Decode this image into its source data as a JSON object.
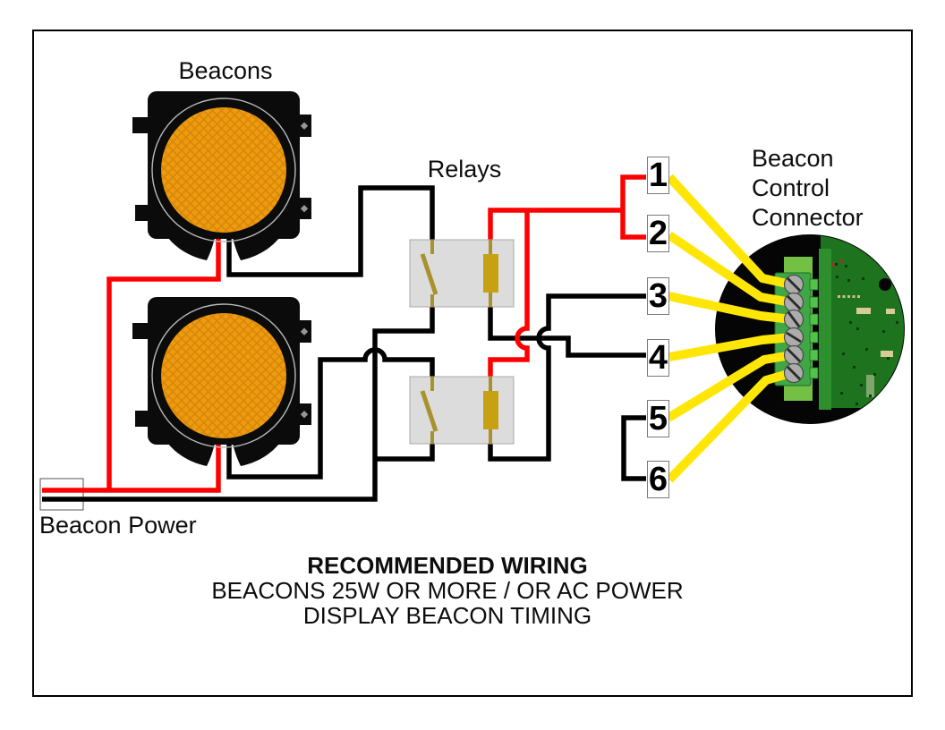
{
  "labels": {
    "beacons": "Beacons",
    "relays": "Relays",
    "beacon_power": "Beacon Power"
  },
  "connector": {
    "label_lines": [
      "Beacon",
      "Control",
      "Connector"
    ]
  },
  "terminals": [
    "1",
    "2",
    "3",
    "4",
    "5",
    "6"
  ],
  "caption": {
    "title": "RECOMMENDED WIRING",
    "line2": "BEACONS 25W OR MORE / OR AC POWER",
    "line3": "DISPLAY BEACON TIMING"
  },
  "colors": {
    "wire_red": "#FF0000",
    "wire_black": "#000000",
    "wire_yellow": "#FFE606",
    "lens_orange": "#EE9B0D",
    "lens_hatch": "#D6860C",
    "relay_gold": "#C7A113",
    "relay_contact_gold": "#A8922E",
    "relay_body_gray": "#DCDCDC",
    "pcb_dark_green": "#1E741E",
    "terminal_block_green": "#3FA746",
    "connector_plate_green": "#74C044"
  }
}
